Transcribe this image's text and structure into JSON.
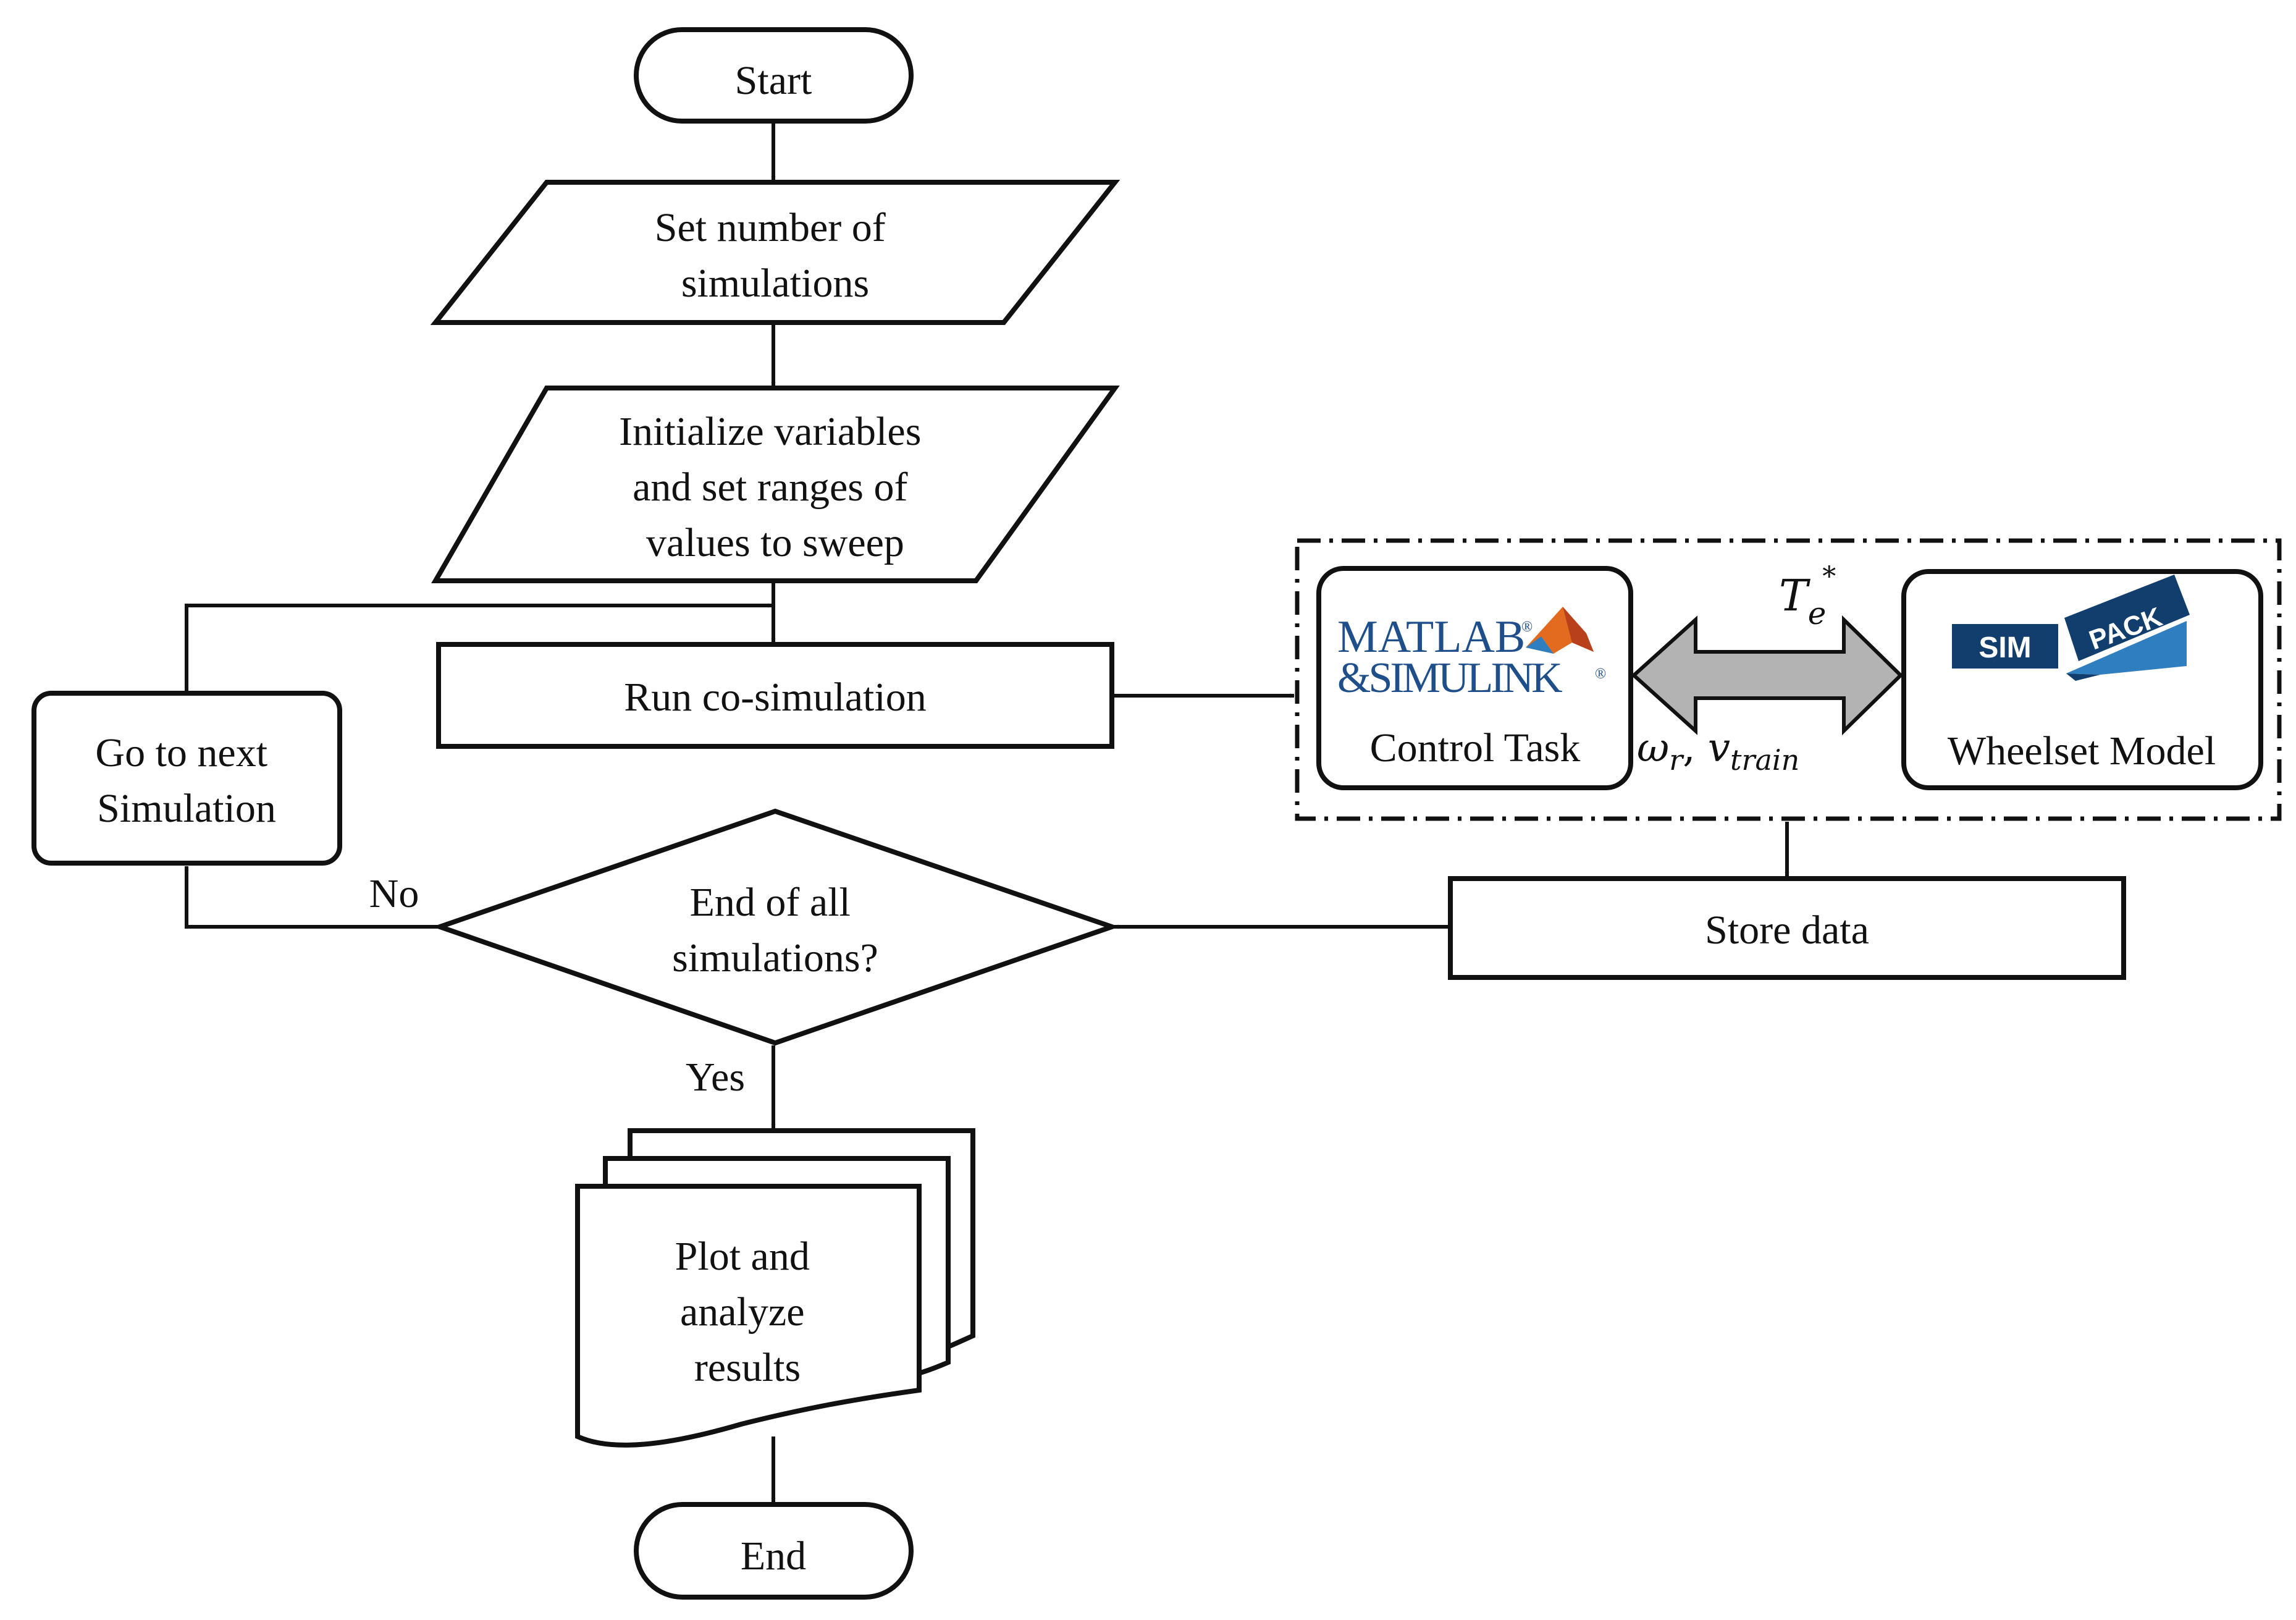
{
  "flowchart": {
    "start": "Start",
    "set_number": [
      "Set number of",
      "simulations"
    ],
    "initialize": [
      "Initialize variables",
      "and set ranges of",
      "values to sweep"
    ],
    "run": "Run co-simulation",
    "decision": [
      "End of all",
      "simulations?"
    ],
    "go_next": [
      "Go to next",
      "Simulation"
    ],
    "store": "Store data",
    "plot": [
      "Plot and",
      "analyze",
      "results"
    ],
    "end": "End",
    "no_label": "No",
    "yes_label": "Yes"
  },
  "cosim": {
    "control_label": "Control Task",
    "wheelset_label": "Wheelset Model",
    "torque": {
      "base": "T",
      "sub": "e",
      "sup": "*"
    },
    "feedback": {
      "omega": "ω",
      "omega_sub": "r",
      "sep": ", ",
      "v": "v",
      "v_sub": "train"
    },
    "matlab_logo": {
      "line1": "MATLAB",
      "line2": "&SIMULINK",
      "reg": "®"
    },
    "simpack_logo": {
      "sim": "SIM",
      "pack": "PACK"
    }
  },
  "colors": {
    "line": "#111111",
    "arrow_fill": "#b3b3b3",
    "matlab_blue": "#1f4f8a",
    "simpack_navy": "#123e6e",
    "simpack_light": "#2f7fc0",
    "matlab_orange": "#e36b1f"
  }
}
